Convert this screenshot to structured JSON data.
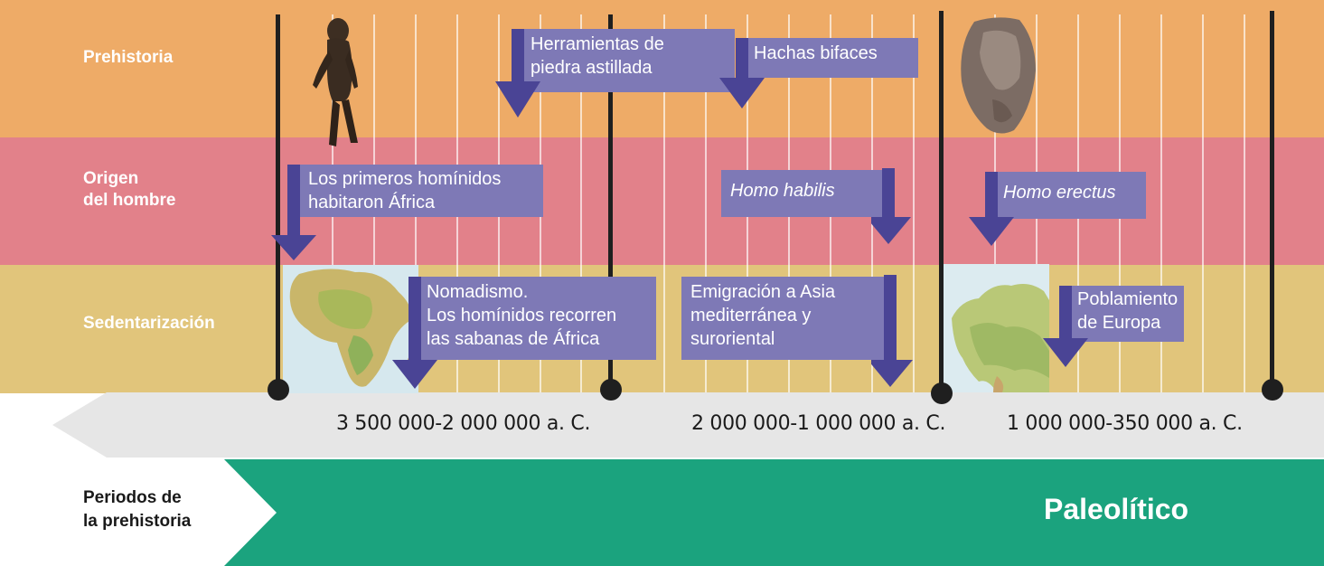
{
  "rows": {
    "prehistoria": "Prehistoria",
    "origen_line1": "Origen",
    "origen_line2": "del hombre",
    "sedentarizacion": "Sedentarización"
  },
  "events": {
    "herramientas_line1": "Herramientas de",
    "herramientas_line2": "piedra astillada",
    "hachas": "Hachas bifaces",
    "primeros_line1": "Los primeros homínidos",
    "primeros_line2": "habitaron África",
    "homo_habilis": "Homo habilis",
    "homo_erectus": "Homo erectus",
    "nomadismo_line1": "Nomadismo.",
    "nomadismo_line2": "Los homínidos recorren",
    "nomadismo_line3": "las sabanas de África",
    "emigracion_line1": "Emigración a Asia",
    "emigracion_line2": "mediterránea y",
    "emigracion_line3": "suroriental",
    "poblamiento_line1": "Poblamiento",
    "poblamiento_line2": "de Europa"
  },
  "dates": [
    "3 500 000-2 000 000 a. C.",
    "2 000 000-1 000 000 a. C.",
    "1 000 000-350 000 a. C."
  ],
  "periods": {
    "label_line1": "Periodos de",
    "label_line2": "la prehistoria",
    "paleolitico": "Paleolítico"
  },
  "images": [
    "hominid-figure",
    "africa-map",
    "stone-hand-axe",
    "europe-map"
  ],
  "colors": {
    "prehistoria_band": "#eeab67",
    "origen_band": "#e2818a",
    "sedentarizacion_band": "#e1c57b",
    "callout": "#7e79b6",
    "arrow": "#4a4495",
    "period_band": "#1ba37e",
    "timeline_arrow": "#e6e6e6"
  }
}
